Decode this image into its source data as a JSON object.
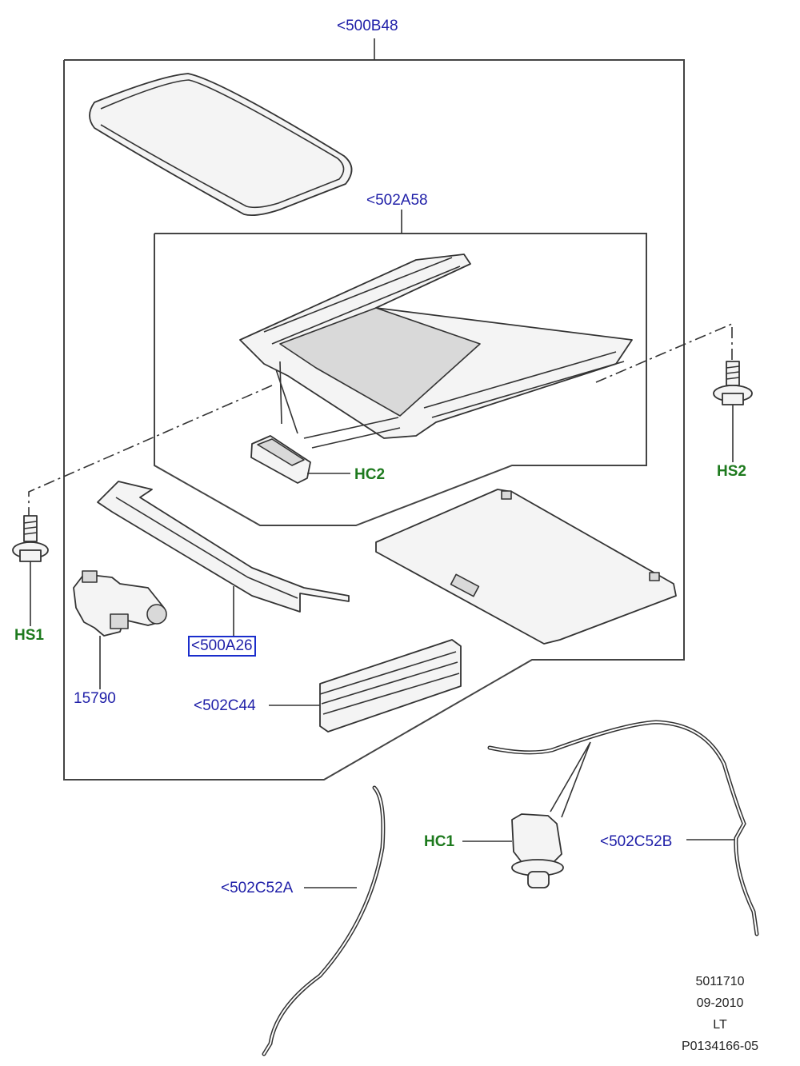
{
  "diagram": {
    "callouts": {
      "sunroof_assembly": "<500B48",
      "frame_assembly": "<502A58",
      "hc2": "HC2",
      "hs2": "HS2",
      "hs1": "HS1",
      "deflector": "<500A26",
      "motor": "15790",
      "seal": "<502C44",
      "hc1": "HC1",
      "drain_tube_b": "<502C52B",
      "drain_tube_a": "<502C52A"
    },
    "footer": {
      "line1": "5011710",
      "line2": "09-2010",
      "line3": "LT",
      "line4": "P0134166-05"
    },
    "colors": {
      "part_number_text": "#1f1fa8",
      "hardware_code_text": "#1e7a1e",
      "selection_box": "#1a2dcc"
    }
  }
}
